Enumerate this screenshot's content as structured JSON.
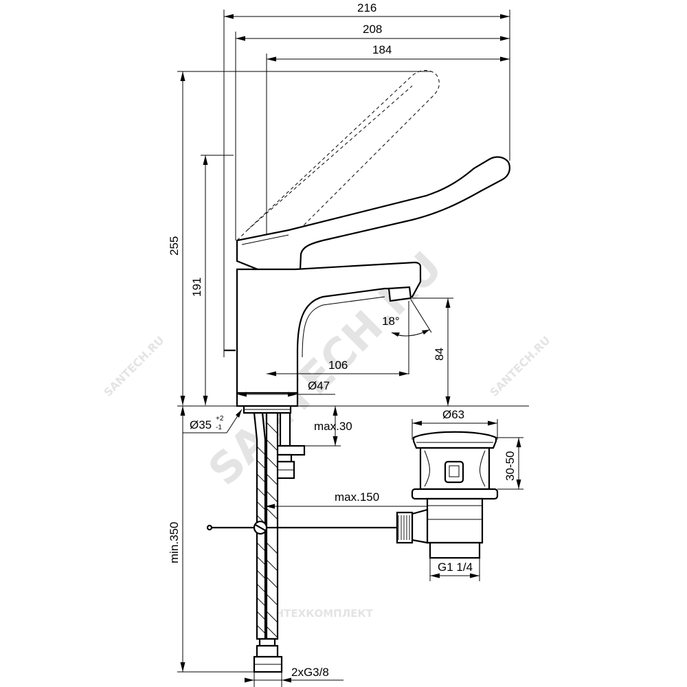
{
  "dimensions": {
    "overall_width": "216",
    "handle_width": "208",
    "spout_width": "184",
    "total_height": "255",
    "spout_height": "191",
    "spout_reach": "106",
    "aerator_height": "84",
    "spray_angle": "18°",
    "base_diameter": "Ø47",
    "hole_diameter": "Ø35",
    "hole_tol_plus": "+2",
    "hole_tol_minus": "-1",
    "max_deck_thickness": "max.30",
    "min_hose_length": "min.350",
    "max_pull_rod": "max.150",
    "connection": "2xG3/8",
    "waste_diameter": "Ø63",
    "waste_range": "30-50",
    "waste_thread": "G1 1/4"
  },
  "watermarks": {
    "main": "SANTECH.RU",
    "side_left": "SANTECH.RU",
    "side_right": "SANTECH.RU",
    "bottom": "САНТЕХКОМПЛЕКТ"
  }
}
